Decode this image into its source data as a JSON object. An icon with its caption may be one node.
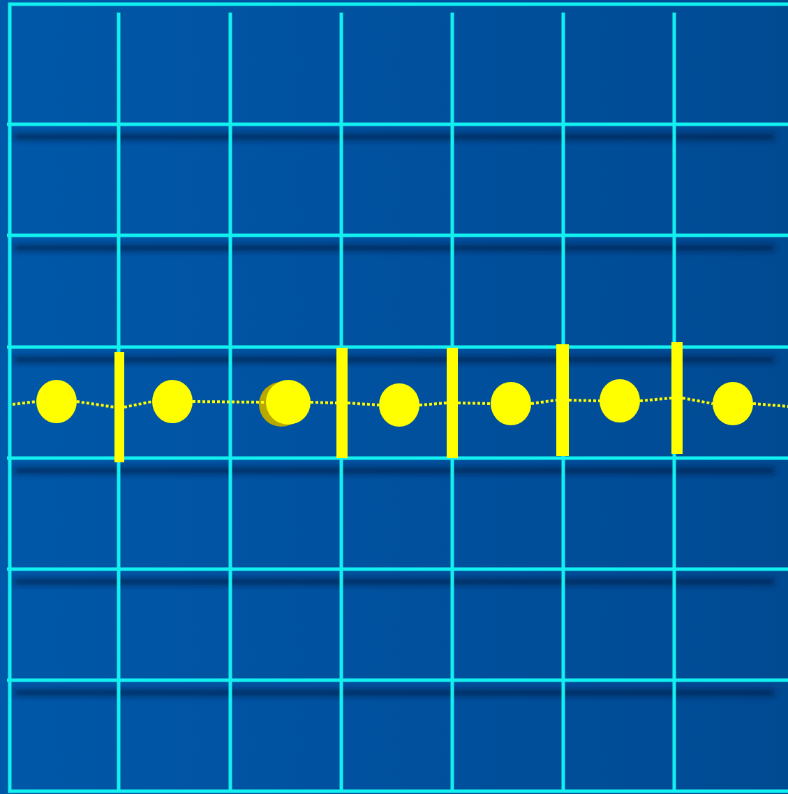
{
  "diagram": {
    "nodes": [
      {
        "text": [],
        "shape": "circle"
      },
      {
        "text": [],
        "shape": "bar"
      },
      {
        "text": [],
        "shape": "circle"
      },
      {
        "text": [],
        "shape": "circle"
      },
      {
        "text": [],
        "shape": "bar"
      },
      {
        "text": [],
        "shape": "circle"
      },
      {
        "text": [],
        "shape": "bar"
      },
      {
        "text": [],
        "shape": "circle"
      },
      {
        "text": [],
        "shape": "bar"
      },
      {
        "text": [],
        "shape": "circle"
      },
      {
        "text": [],
        "shape": "bar"
      },
      {
        "text": [],
        "shape": "circle"
      }
    ],
    "edges": [
      {
        "from": null,
        "to": 0,
        "arrow": "none",
        "style": "dashed"
      },
      {
        "from": 0,
        "to": 1,
        "arrow": "none",
        "style": "dashed"
      },
      {
        "from": 1,
        "to": 2,
        "arrow": "none",
        "style": "dashed"
      },
      {
        "from": 2,
        "to": 3,
        "arrow": "none",
        "style": "dashed"
      },
      {
        "from": 3,
        "to": 4,
        "arrow": "none",
        "style": "dashed"
      },
      {
        "from": 4,
        "to": 5,
        "arrow": "none",
        "style": "dashed"
      },
      {
        "from": 5,
        "to": 6,
        "arrow": "none",
        "style": "dashed"
      },
      {
        "from": 6,
        "to": 7,
        "arrow": "none",
        "style": "dashed"
      },
      {
        "from": 7,
        "to": 8,
        "arrow": "none",
        "style": "dashed"
      },
      {
        "from": 8,
        "to": 9,
        "arrow": "none",
        "style": "dashed"
      },
      {
        "from": 9,
        "to": 10,
        "arrow": "none",
        "style": "dashed"
      },
      {
        "from": 10,
        "to": 11,
        "arrow": "none",
        "style": "dashed"
      },
      {
        "from": 11,
        "to": null,
        "arrow": "none",
        "style": "dashed"
      }
    ]
  }
}
